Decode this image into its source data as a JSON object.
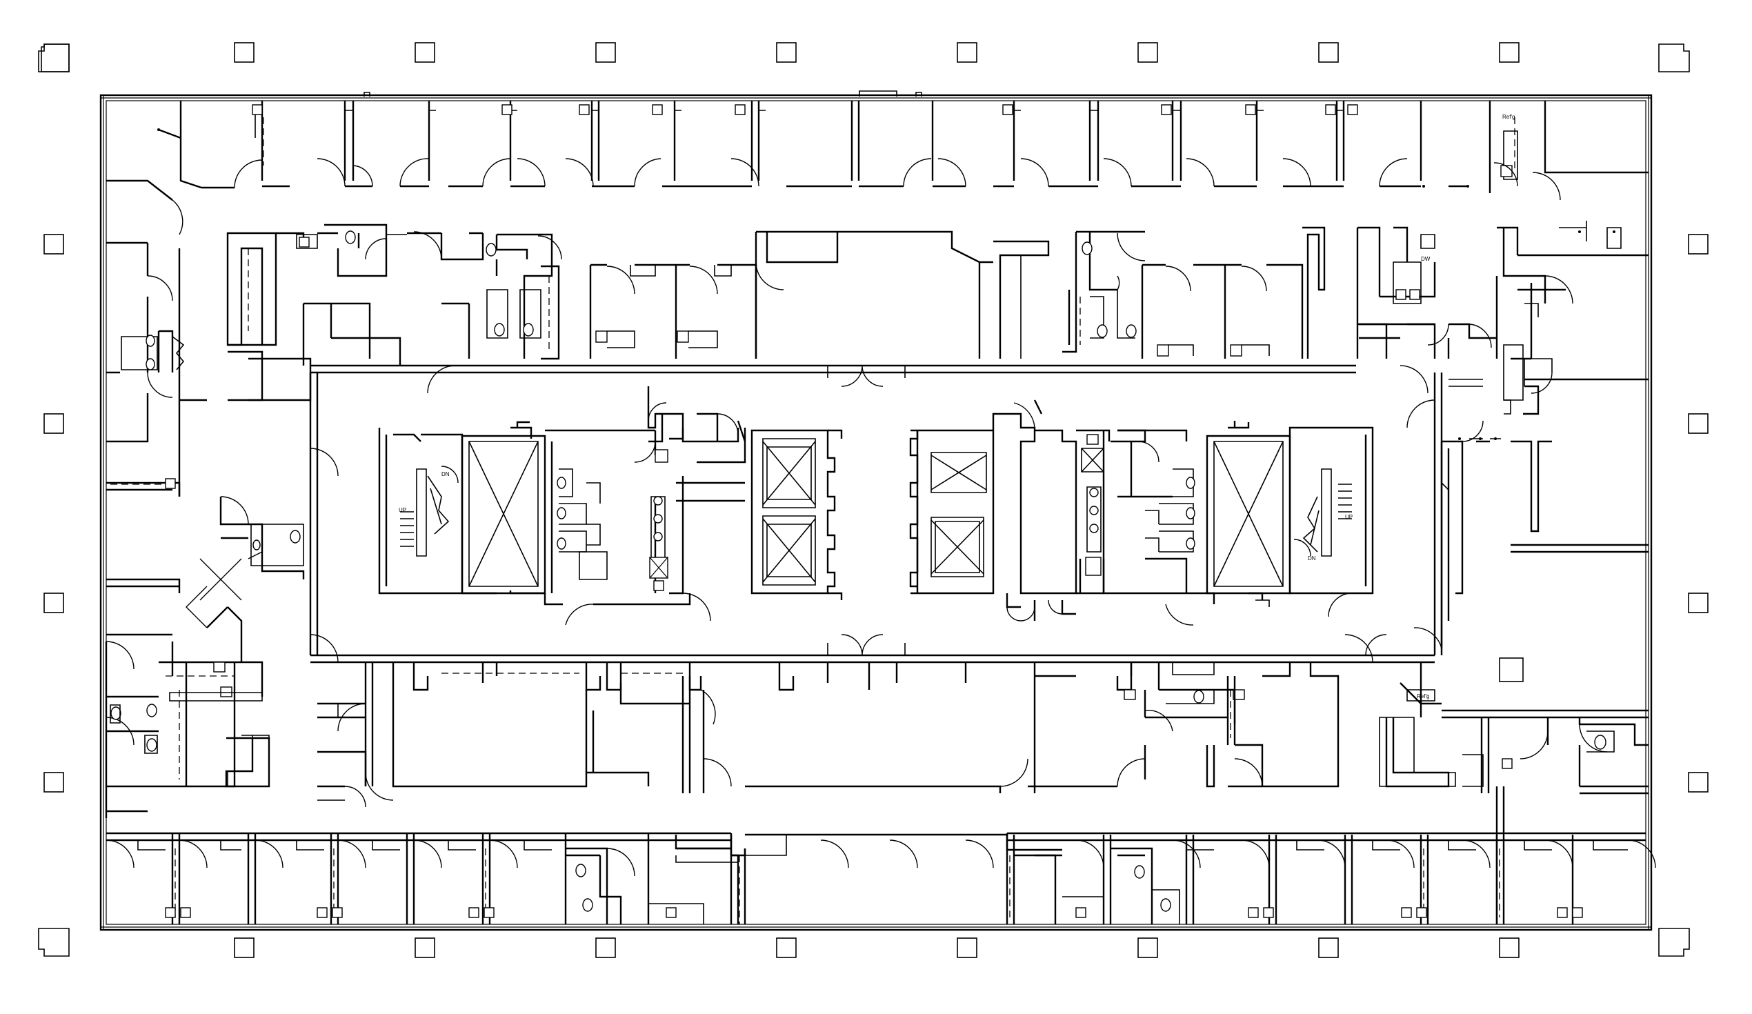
{
  "labels": {
    "stair_up": "UP",
    "stair_dn": "DN",
    "refrigerator": "Ref'g",
    "dishwasher": "DW"
  },
  "colors": {
    "line": "#000000",
    "background": "#ffffff"
  }
}
